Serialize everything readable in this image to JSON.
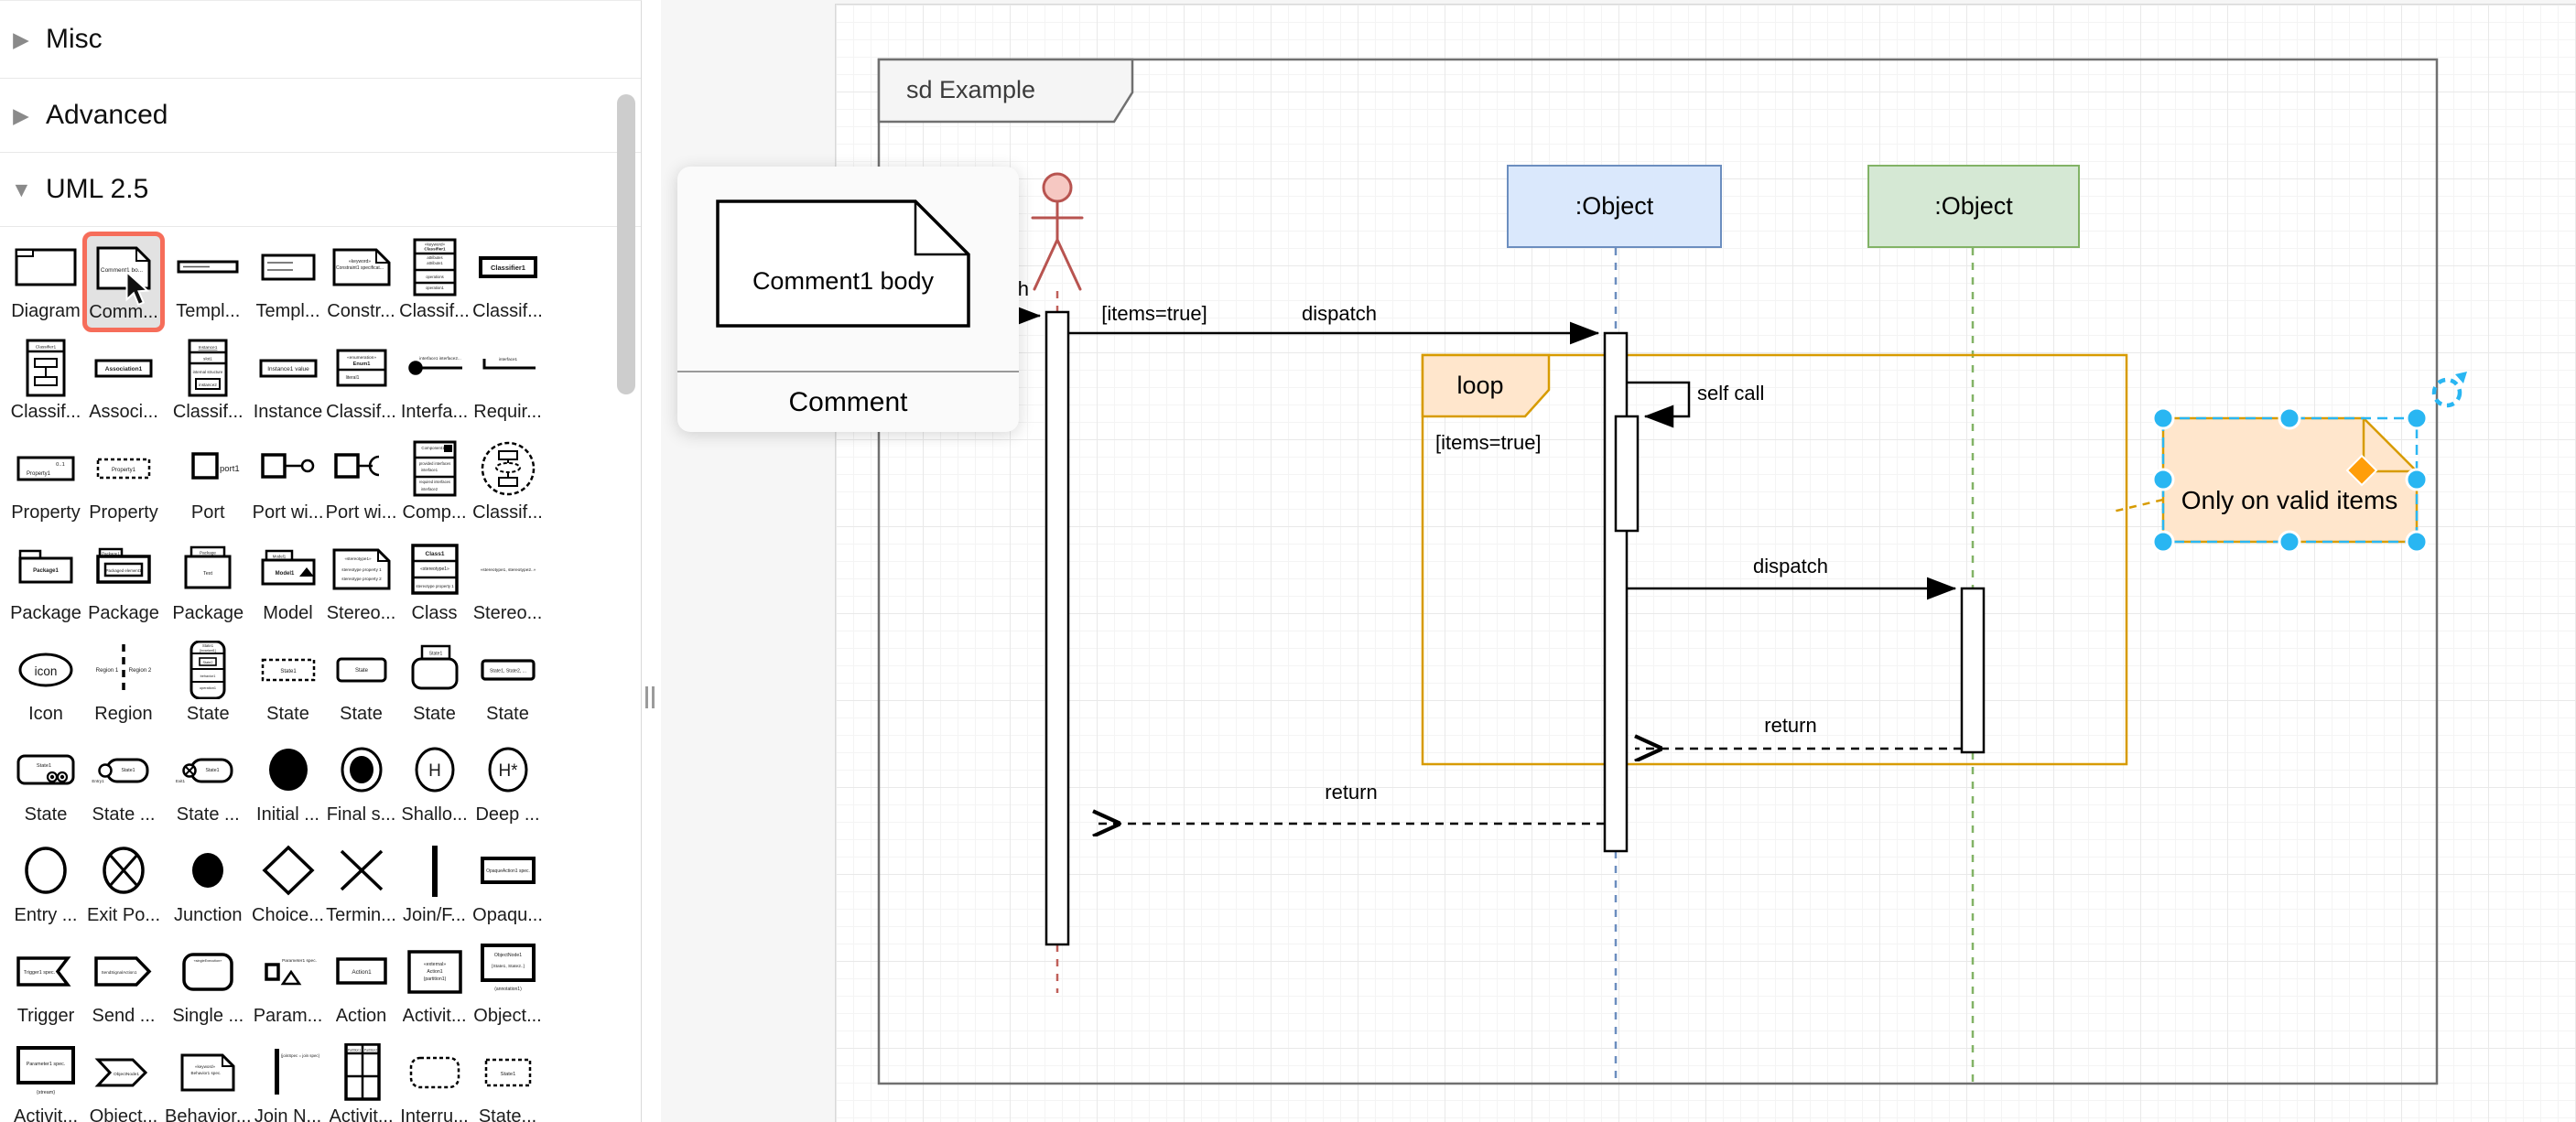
{
  "sidebar": {
    "sections": [
      {
        "label": "Misc",
        "expanded": false
      },
      {
        "label": "Advanced",
        "expanded": false
      },
      {
        "label": "UML 2.5",
        "expanded": true
      }
    ],
    "rows": [
      [
        {
          "label": "Diagram",
          "icon": "diagram-icon"
        },
        {
          "label": "Comm...",
          "icon": "comment-icon",
          "selected": true
        },
        {
          "label": "Templ...",
          "icon": "template-icon"
        },
        {
          "label": "Templ...",
          "icon": "template-params-icon"
        },
        {
          "label": "Constr...",
          "icon": "constraint-icon"
        },
        {
          "label": "Classif...",
          "icon": "classifier-icon"
        },
        {
          "label": "Classif...",
          "icon": "classifier-simple-icon"
        }
      ],
      [
        {
          "label": "Classif...",
          "icon": "classifier-structure-icon"
        },
        {
          "label": "Associ...",
          "icon": "association-icon"
        },
        {
          "label": "Classif...",
          "icon": "classifier-instance-icon"
        },
        {
          "label": "Instance",
          "icon": "instance-value-icon"
        },
        {
          "label": "Classif...",
          "icon": "enumeration-icon"
        },
        {
          "label": "Interfa...",
          "icon": "provided-interface-icon"
        },
        {
          "label": "Requir...",
          "icon": "required-interface-icon"
        }
      ],
      [
        {
          "label": "Property",
          "icon": "property-icon"
        },
        {
          "label": "Property",
          "icon": "property-dashed-icon"
        },
        {
          "label": "Port",
          "icon": "port-icon"
        },
        {
          "label": "Port wi...",
          "icon": "port-provided-icon"
        },
        {
          "label": "Port wi...",
          "icon": "port-required-icon"
        },
        {
          "label": "Comp...",
          "icon": "component-icon"
        },
        {
          "label": "Classif...",
          "icon": "classifier-circle-icon"
        }
      ],
      [
        {
          "label": "Package",
          "icon": "package-icon"
        },
        {
          "label": "Package",
          "icon": "package-element-icon"
        },
        {
          "label": "Package",
          "icon": "package-text-icon"
        },
        {
          "label": "Model",
          "icon": "model-icon"
        },
        {
          "label": "Stereo...",
          "icon": "stereotype-note-icon"
        },
        {
          "label": "Class",
          "icon": "class-icon"
        },
        {
          "label": "Stereo...",
          "icon": "stereotype-text-icon"
        }
      ],
      [
        {
          "label": "Icon",
          "icon": "icon-ellipse-icon"
        },
        {
          "label": "Region",
          "icon": "region-icon"
        },
        {
          "label": "State",
          "icon": "state-compartment-icon"
        },
        {
          "label": "State",
          "icon": "state-dashed-icon"
        },
        {
          "label": "State",
          "icon": "state-icon"
        },
        {
          "label": "State",
          "icon": "state-title-icon"
        },
        {
          "label": "State",
          "icon": "state-list-icon"
        }
      ],
      [
        {
          "label": "State",
          "icon": "state-exitpoint-icon"
        },
        {
          "label": "State ...",
          "icon": "state-entry-icon"
        },
        {
          "label": "State ...",
          "icon": "state-exit-icon"
        },
        {
          "label": "Initial ...",
          "icon": "initial-state-icon"
        },
        {
          "label": "Final s...",
          "icon": "final-state-icon"
        },
        {
          "label": "Shallo...",
          "icon": "shallow-history-icon"
        },
        {
          "label": "Deep ...",
          "icon": "deep-history-icon"
        }
      ],
      [
        {
          "label": "Entry ...",
          "icon": "entry-point-icon"
        },
        {
          "label": "Exit Po...",
          "icon": "exit-point-icon"
        },
        {
          "label": "Junction",
          "icon": "junction-icon"
        },
        {
          "label": "Choice...",
          "icon": "choice-icon"
        },
        {
          "label": "Termin...",
          "icon": "terminate-icon"
        },
        {
          "label": "Join/F...",
          "icon": "join-fork-icon"
        },
        {
          "label": "Opaqu...",
          "icon": "opaque-action-icon"
        }
      ],
      [
        {
          "label": "Trigger",
          "icon": "trigger-icon"
        },
        {
          "label": "Send ...",
          "icon": "send-signal-icon"
        },
        {
          "label": "Single ...",
          "icon": "single-action-icon"
        },
        {
          "label": "Param...",
          "icon": "parameter-icon"
        },
        {
          "label": "Action",
          "icon": "action-icon"
        },
        {
          "label": "Activit...",
          "icon": "activity-external-icon"
        },
        {
          "label": "Object...",
          "icon": "object-node-icon"
        }
      ],
      [
        {
          "label": "Activit...",
          "icon": "activity-parameter-icon"
        },
        {
          "label": "Object...",
          "icon": "object-node-arrow-icon"
        },
        {
          "label": "Behavior...",
          "icon": "behavior-icon"
        },
        {
          "label": "Join N...",
          "icon": "join-node-icon"
        },
        {
          "label": "Activit...",
          "icon": "activity-table-icon"
        },
        {
          "label": "Interru...",
          "icon": "interruptible-region-icon"
        },
        {
          "label": "State...",
          "icon": "state-dashed2-icon"
        }
      ]
    ]
  },
  "tooltip": {
    "shape_text": "Comment1 body",
    "title": "Comment"
  },
  "canvas": {
    "frame_title": "sd Example",
    "lifelines": [
      {
        "label": ":Object",
        "fill": "#dae8fc",
        "stroke": "#6c8ebf"
      },
      {
        "label": ":Object",
        "fill": "#d5e8d4",
        "stroke": "#82b366"
      }
    ],
    "fragment": {
      "operator": "loop",
      "guard": "[items=true]"
    },
    "messages": {
      "found": "dispatch",
      "guard": "[items=true]",
      "dispatch_main": "dispatch",
      "self_call": "self call",
      "dispatch_inner": "dispatch",
      "return_inner": "return",
      "return_outer": "return"
    },
    "comment": {
      "text": "Only on valid items"
    }
  },
  "colors": {
    "selection": "#29b6f2",
    "orange_fill": "#ffe6cc",
    "orange_stroke": "#d79b00",
    "actor": "#b85450",
    "blue_fill": "#dae8fc",
    "blue_stroke": "#6c8ebf",
    "green_fill": "#d5e8d4",
    "green_stroke": "#82b366",
    "frame": "#707070",
    "palette_highlight": "#f66d5a"
  }
}
